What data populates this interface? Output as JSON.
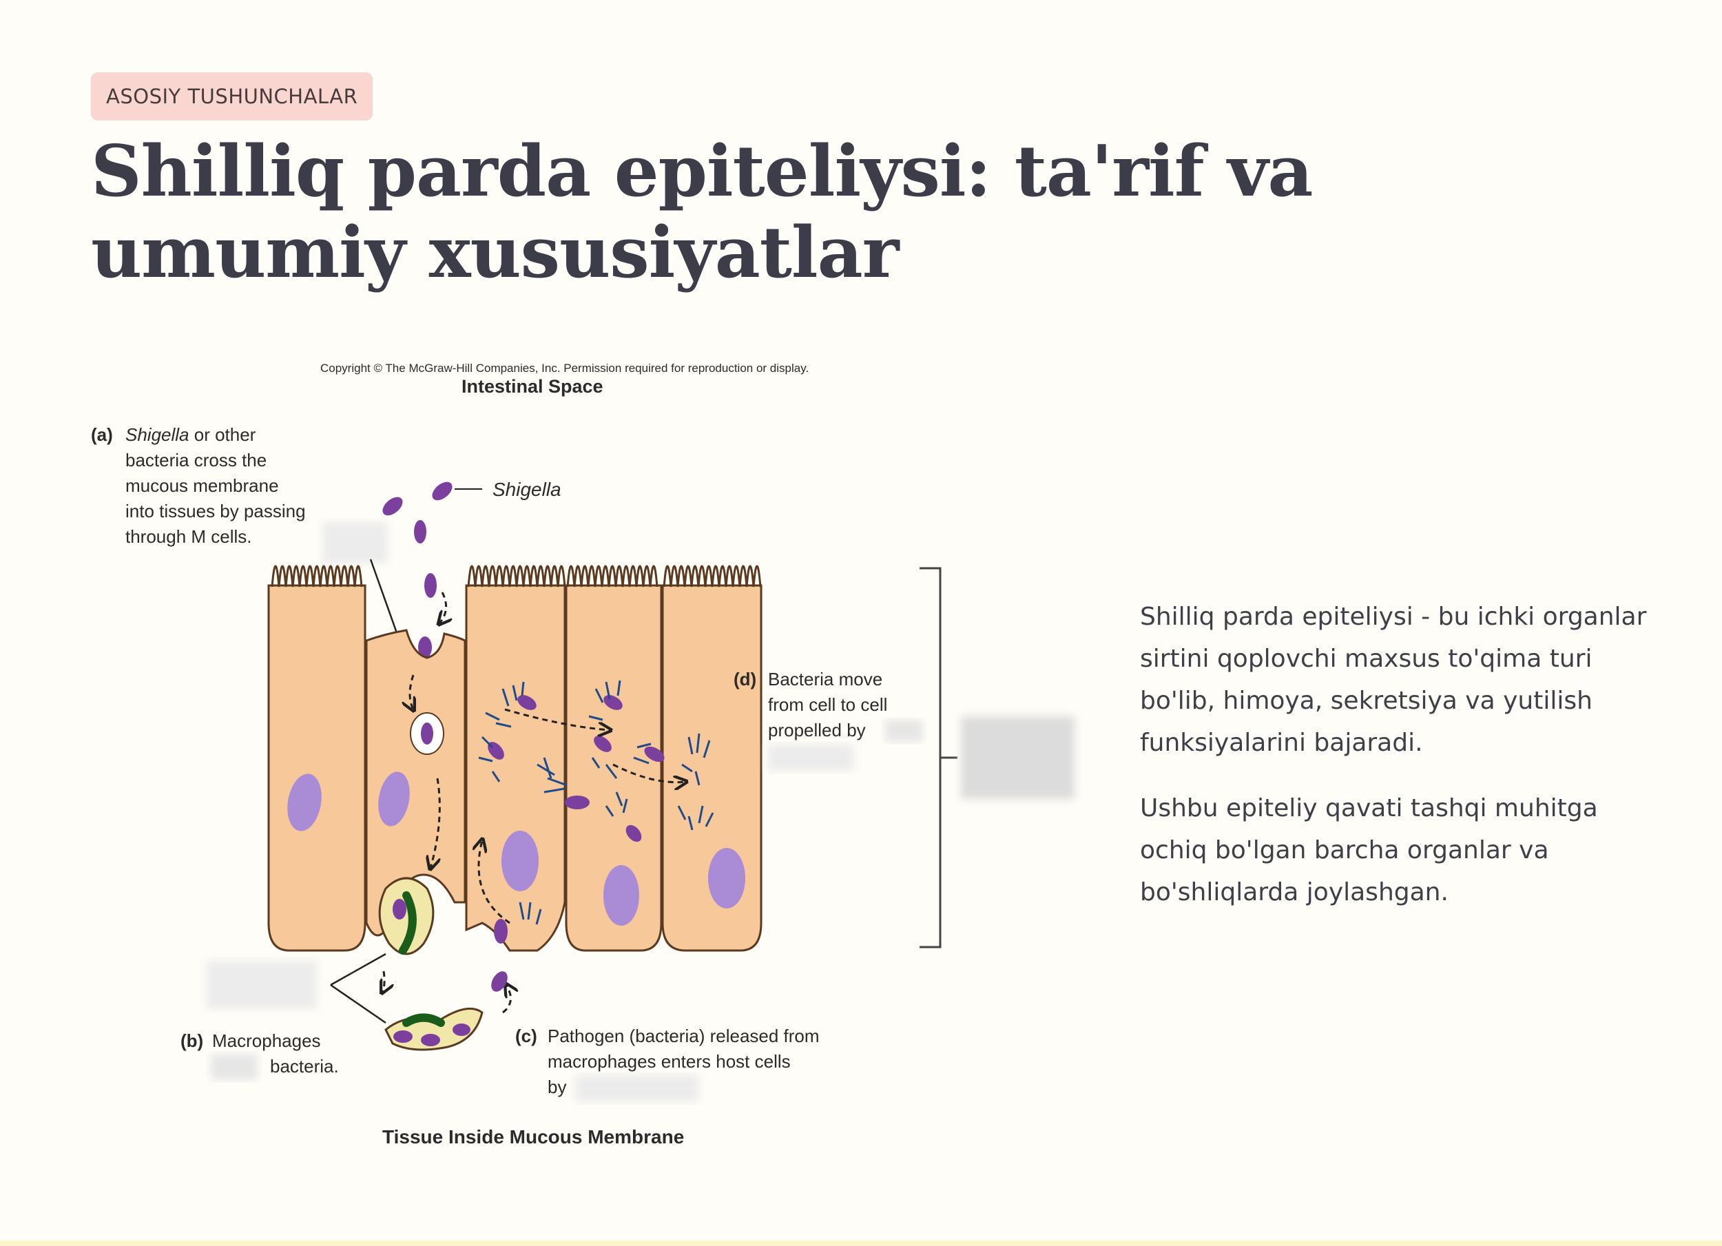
{
  "badge": "ASOSIY TUSHUNCHALAR",
  "title": "Shilliq parda epiteliysi: ta'rif va umumiy xususiyatlar",
  "figure": {
    "copyright": "Copyright © The McGraw-Hill Companies, Inc. Permission required for reproduction or display.",
    "top_label": "Intestinal Space",
    "bottom_label": "Tissue Inside Mucous Membrane",
    "shigella_label": "Shigella",
    "label_a": {
      "letter": "(a)",
      "line1_italic": "Shigella",
      "line1_rest": " or other",
      "line2": "bacteria cross the",
      "line3": "mucous membrane",
      "line4": "into tissues by passing",
      "line5": "through M cells."
    },
    "label_b": {
      "letter": "(b)",
      "line1": "Macrophages",
      "line2": "bacteria."
    },
    "label_c": {
      "letter": "(c)",
      "line1": "Pathogen (bacteria) released from",
      "line2": "macrophages enters host cells",
      "line3": "by"
    },
    "label_d": {
      "letter": "(d)",
      "line1": "Bacteria move",
      "line2": "from cell to cell",
      "line3": "propelled by"
    }
  },
  "body": {
    "p1": "Shilliq parda epiteliysi - bu ichki organlar sirtini qoplovchi maxsus to'qima turi bo'lib, himoya, sekretsiya va yutilish funksiyalarini bajaradi.",
    "p2": "Ushbu epiteliy qavati tashqi muhitga ochiq bo'lgan barcha organlar va bo'shliqlarda joylashgan."
  },
  "colors": {
    "badge_bg": "#f9d6cf",
    "cell_fill": "#f7c89a",
    "nucleus": "#a98bd6",
    "bacteria": "#7b3f9e"
  }
}
